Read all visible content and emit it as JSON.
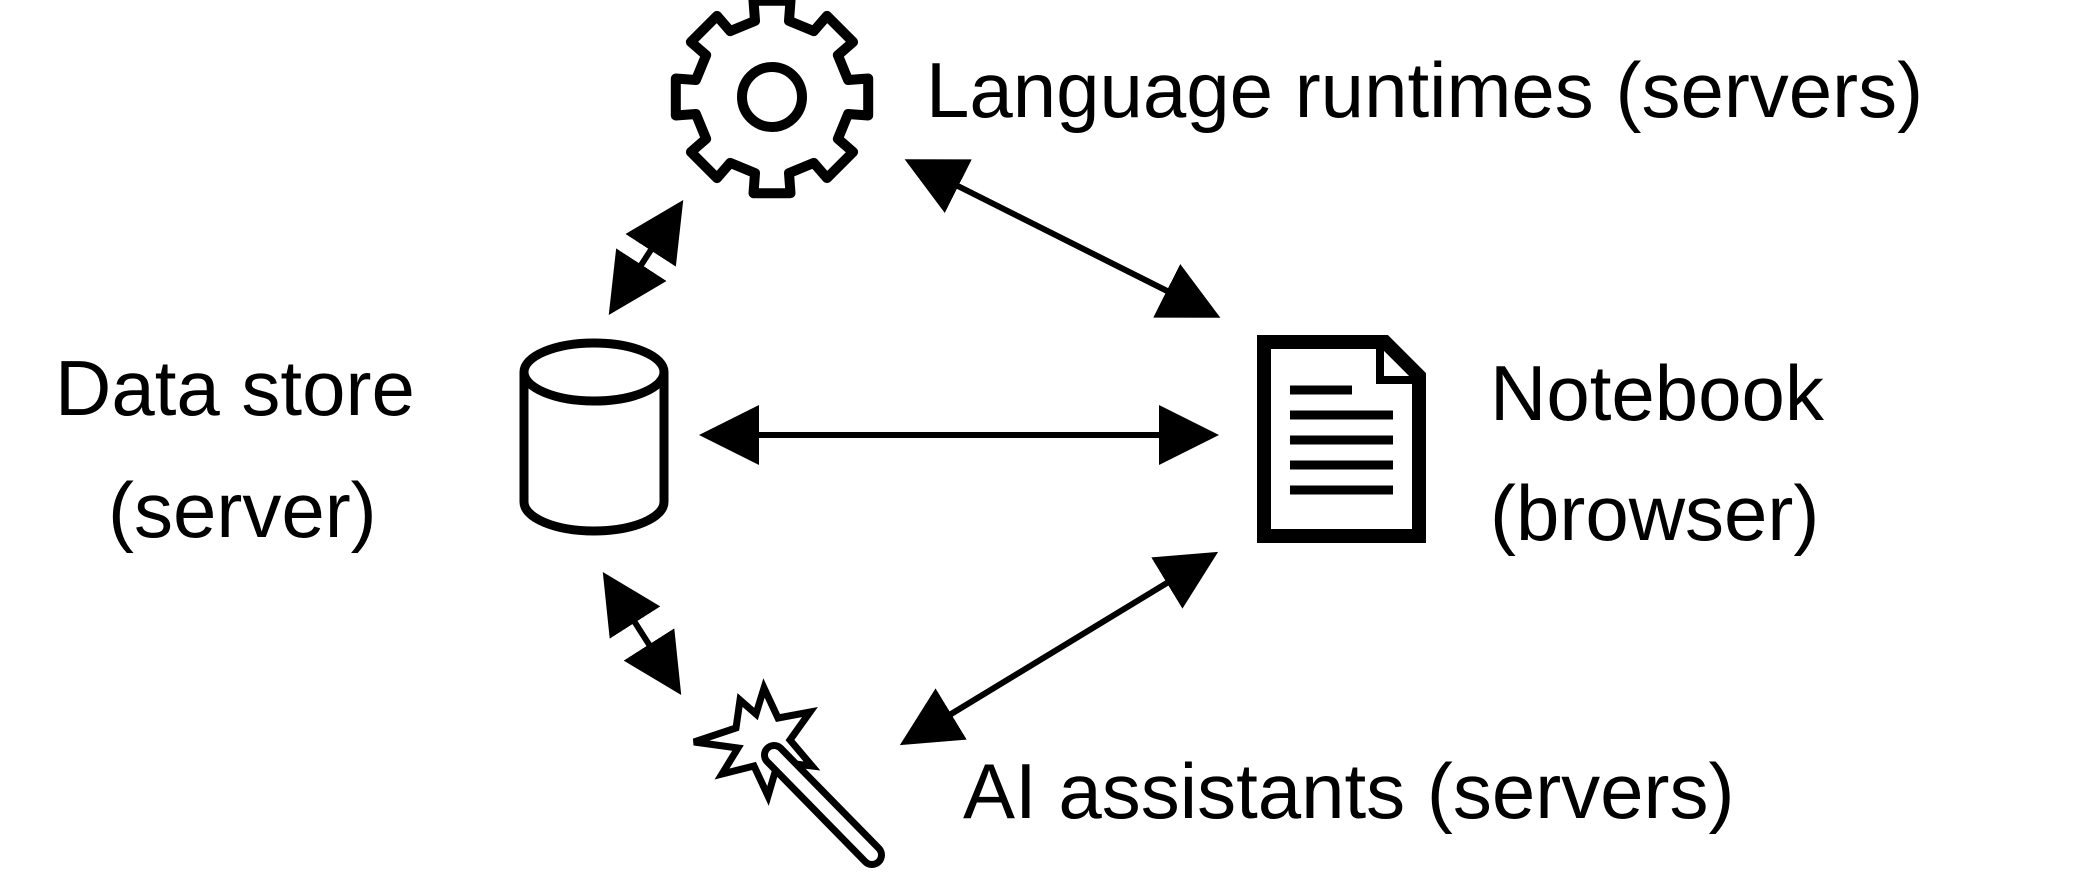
{
  "nodes": {
    "language_runtimes": {
      "label": "Language runtimes (servers)",
      "icon": "gear-icon"
    },
    "data_store": {
      "label_line1": "Data store",
      "label_line2": "(server)",
      "icon": "database-icon"
    },
    "notebook": {
      "label_line1": "Notebook",
      "label_line2": "(browser)",
      "icon": "document-icon"
    },
    "ai_assistants": {
      "label": "AI assistants (servers)",
      "icon": "magic-wand-icon"
    }
  },
  "edges": [
    {
      "from": "data_store",
      "to": "language_runtimes",
      "direction": "bidirectional"
    },
    {
      "from": "language_runtimes",
      "to": "notebook",
      "direction": "bidirectional"
    },
    {
      "from": "data_store",
      "to": "notebook",
      "direction": "bidirectional"
    },
    {
      "from": "data_store",
      "to": "ai_assistants",
      "direction": "bidirectional"
    },
    {
      "from": "ai_assistants",
      "to": "notebook",
      "direction": "bidirectional"
    }
  ],
  "colors": {
    "ink": "#000000",
    "background": "#ffffff"
  }
}
